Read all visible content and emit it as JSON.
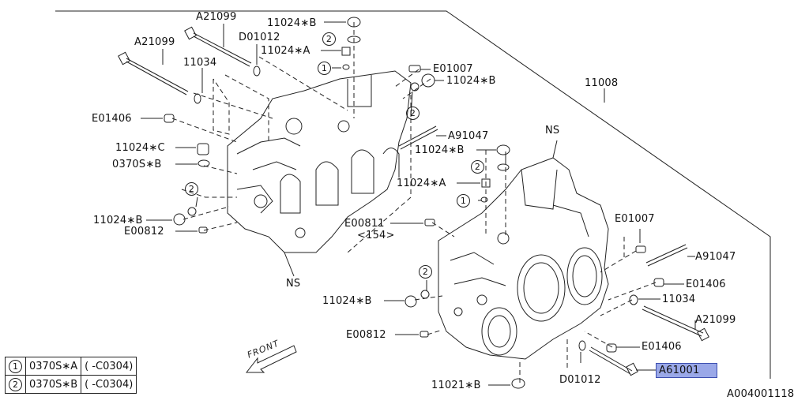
{
  "diagram": {
    "labels": {
      "a21099_top": "A21099",
      "a21099_left": "A21099",
      "d01012_top": "D01012",
      "l11034_left": "11034",
      "l11024b_top": "11024∗B",
      "l11024a_top": "11024∗A",
      "c1_top": "1",
      "c2_top": "2",
      "e01007_top": "E01007",
      "l11024b_topright": "11024∗B",
      "l11008": "11008",
      "e01406_left": "E01406",
      "l11024c": "11024∗C",
      "l0370sb": "0370S∗B",
      "c2_left": "2",
      "l11024b_left": "11024∗B",
      "e00812_left": "E00812",
      "c2_mid": "2",
      "a91047_mid": "A91047",
      "l11024b_mid": "11024∗B",
      "ns_right": "NS",
      "c2_center": "2",
      "l11024a_center": "11024∗A",
      "c1_center": "1",
      "e00811": "E00811",
      "e00811_sub": "<154>",
      "ns_left": "NS",
      "c2_low": "2",
      "l11024b_low": "11024∗B",
      "e01007_right": "E01007",
      "a91047_right": "A91047",
      "e01406_right": "E01406",
      "l11034_right": "11034",
      "a21099_right": "A21099",
      "e00812_bottom": "E00812",
      "e01406_bottom": "E01406",
      "a61001": "A61001",
      "d01012_bottom": "D01012",
      "l11021b": "11021∗B",
      "a004001118": "A004001118",
      "front": "FRONT"
    },
    "legend": [
      {
        "num": "1",
        "part": "0370S∗A",
        "range": "( -C0304)"
      },
      {
        "num": "2",
        "part": "0370S∗B",
        "range": "( -C0304)"
      }
    ],
    "highlight_color": "#9aa8e8"
  }
}
